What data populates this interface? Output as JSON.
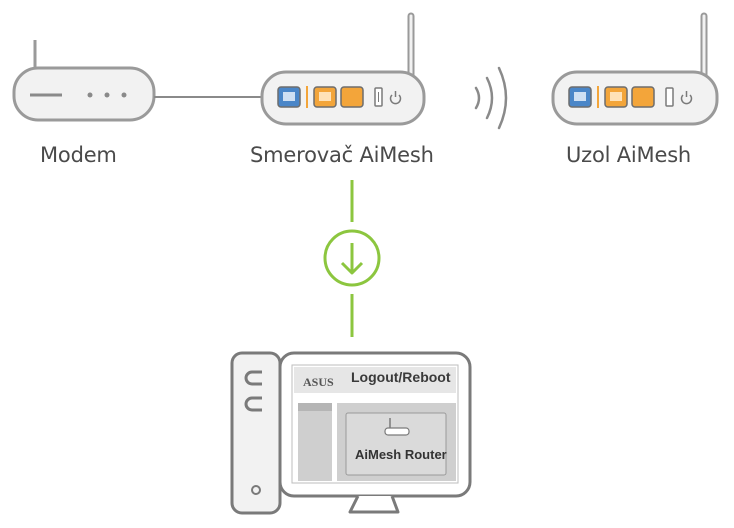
{
  "labels": {
    "modem": "Modem",
    "router": "Smerovač AiMesh",
    "node": "Uzol AiMesh"
  },
  "screen": {
    "brand": "ASUS",
    "menu": "Logout/Reboot",
    "device_label": "AiMesh Router"
  },
  "colors": {
    "device_body": "#f2f2f2",
    "device_stroke": "#9a9a9a",
    "port_blue": "#4a86c8",
    "port_orange": "#f3a53a",
    "arrow_green": "#8cc63f",
    "text": "#4a4a4a"
  },
  "icons": [
    "wifi-waves-icon",
    "download-arrow-icon",
    "power-icon",
    "computer-icon"
  ]
}
